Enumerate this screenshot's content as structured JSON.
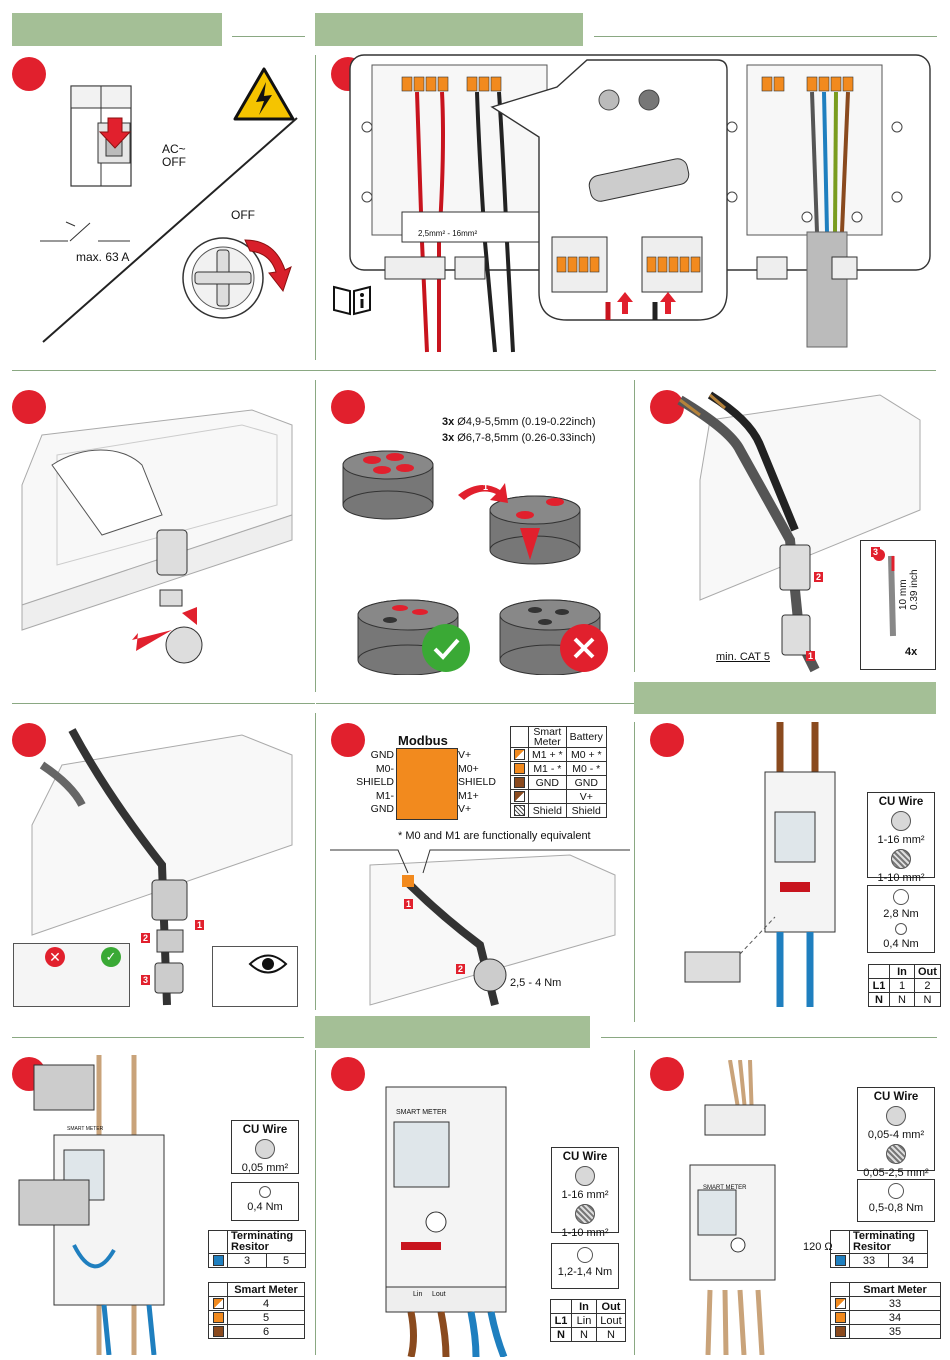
{
  "colors": {
    "header": "#a4bf96",
    "step": "#e1202d",
    "orange": "#f28a1e",
    "blue": "#1f7fbf",
    "brown": "#8a4a1e"
  },
  "panel1": {
    "ac_label": "AC~\nOFF",
    "max_label": "max. 63 A",
    "off_label": "OFF",
    "icons": [
      "circuit-breaker-icon",
      "warning-high-voltage-icon",
      "dc-switch-icon"
    ]
  },
  "panel2": {
    "terminal_label": "2,5mm² - 16mm²",
    "icons": [
      "manual-book-icon",
      "inverter-terminal-icon"
    ]
  },
  "panel4": {
    "line1_bold": "3x",
    "line1": " Ø4,9-5,5mm (0.19-0.22inch)",
    "line2_bold": "3x",
    "line2": " Ø6,7-8,5mm (0.26-0.33inch)",
    "arrow": "1",
    "icons": [
      "check-icon",
      "cross-icon"
    ]
  },
  "panel5": {
    "cable_label": "min. CAT 5",
    "strip": "10 mm\n0.39 inch",
    "count": "4x",
    "steps": [
      "1",
      "2",
      "3"
    ]
  },
  "panel6": {
    "steps": [
      "1",
      "2",
      "3"
    ],
    "icons": [
      "cross-icon",
      "check-icon",
      "eye-icon"
    ]
  },
  "panel7": {
    "modbus_title": "Modbus",
    "left_labels": [
      "GND",
      "M0-",
      "SHIELD",
      "M1-",
      "GND"
    ],
    "right_labels": [
      "V+",
      "M0+",
      "SHIELD",
      "M1+",
      "V+"
    ],
    "table_headers": [
      "Smart\nMeter",
      "Battery"
    ],
    "table_rows": [
      [
        "M1 + *",
        "M0 + *"
      ],
      [
        "M1 - *",
        "M0 - *"
      ],
      [
        "GND",
        "GND"
      ],
      [
        "",
        "V+"
      ],
      [
        "Shield",
        "Shield"
      ]
    ],
    "footnote": "* M0 and M1 are functionally equivalent",
    "torque": "2,5 - 4 Nm",
    "steps": [
      "1",
      "2"
    ]
  },
  "panel8": {
    "cu_title": "CU Wire",
    "cu1": "1-16 mm²",
    "cu2": "1-10 mm²",
    "torque1": "2,8 Nm",
    "torque2": "0,4 Nm",
    "io_headers": [
      "",
      "In",
      "Out"
    ],
    "io_rows": [
      [
        "L1",
        "1",
        "2"
      ],
      [
        "N",
        "N",
        "N"
      ]
    ]
  },
  "panel9": {
    "cu_title": "CU Wire",
    "cu1": "0,05 mm²",
    "torque": "0,4 Nm",
    "term_title": "Terminating\nResitor",
    "term_row": [
      "3",
      "5"
    ],
    "sm_title": "Smart Meter",
    "sm_rows": [
      "4",
      "5",
      "6"
    ],
    "meter_label": "SMART METER"
  },
  "panel10": {
    "cu_title": "CU Wire",
    "cu1": "1-16 mm²",
    "cu2": "1-10 mm²",
    "torque": "1,2-1,4 Nm",
    "io_headers": [
      "",
      "In",
      "Out"
    ],
    "io_rows": [
      [
        "L1",
        "Lin",
        "Lout"
      ],
      [
        "N",
        "N",
        "N"
      ]
    ],
    "meter_label": "SMART METER",
    "lin": "Lin",
    "lout": "Lout"
  },
  "panel11": {
    "cu_title": "CU Wire",
    "cu1": "0,05-4 mm²",
    "cu2": "0,05-2,5 mm²",
    "torque": "0,5-0,8 Nm",
    "ohm": "120 Ω",
    "term_title": "Terminating\nResitor",
    "term_row": [
      "33",
      "34"
    ],
    "sm_title": "Smart Meter",
    "sm_rows": [
      "33",
      "34",
      "35"
    ],
    "meter_label": "SMART METER"
  }
}
